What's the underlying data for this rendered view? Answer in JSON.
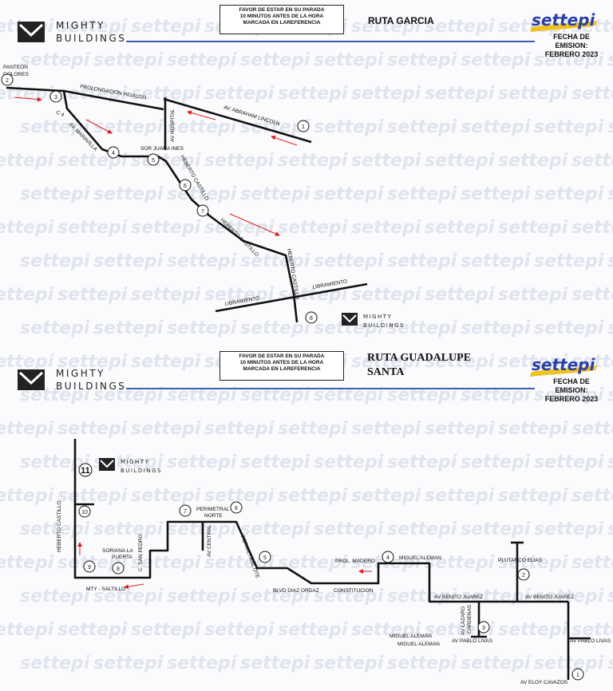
{
  "watermark_text": "settepi",
  "colors": {
    "route": "#111111",
    "arrow": "#e11f1f",
    "rule": "#3a5fb5",
    "logo_blue": "#2a3fa8",
    "logo_yellow": "#f0c21d"
  },
  "map1": {
    "brand": {
      "line1": "MIGHTY",
      "line2": "BUILDINGS"
    },
    "notice": [
      "FAVOR DE ESTAR EN SU PARADA",
      "10 MINUTOS ANTES DE LA HORA",
      "MARCADA EN LAREFERENCIA"
    ],
    "route_title": "RUTA GARCIA",
    "logo": "settepi",
    "fecha": {
      "line1": "FECHA DE EMISION:",
      "line2": "FEBRERO 2023"
    },
    "street_labels": {
      "panteon": [
        "PANTEON",
        "DOLORES"
      ],
      "prolongacion_hidalgo": "PROLONGACION HIDALGO",
      "abraham_lincoln": "AV. ABRAHAM LINCOLN",
      "hospital": "AV HOSPITAL",
      "c4": "C 4",
      "maravilla": "AV. MARAVILLA",
      "sor_juana": "SOR JUANA INES",
      "heberto1": "HEBERTO CASTILLO",
      "heberto2": "HEBERTO CASTILLO",
      "heberto3": "HEBERTO CASTILLO",
      "libramiento1": "LIBRAMIENTO",
      "libramiento2": "LIBRAMIENTO"
    },
    "stops": [
      "1",
      "2",
      "3",
      "4",
      "5",
      "6",
      "7",
      "8"
    ],
    "mini_brand": {
      "line1": "MIGHTY",
      "line2": "BUILDINGS"
    }
  },
  "map2": {
    "brand": {
      "line1": "MIGHTY",
      "line2": "BUILDINGS"
    },
    "notice": [
      "FAVOR DE ESTAR EN SU PARADA",
      "10 MINUTOS ANTES DE LA HORA",
      "MARCADA EN LAREFERENCIA"
    ],
    "route_title": [
      "RUTA GUADALUPE",
      "SANTA"
    ],
    "logo": "settepi",
    "fecha": {
      "line1": "FECHA DE EMISION:",
      "line2": "FEBRERO 2023"
    },
    "street_labels": {
      "heberto": "HEBERTO CASTILLO",
      "soriana": [
        "SORIANA LA",
        "PUERTA"
      ],
      "san_pedro": "C. SAN PEDRO",
      "mty": "MTY - SALTILLO",
      "perimetral": [
        "PERIMETRAL",
        "NORTE"
      ],
      "av_central": "AV CENTRAL",
      "perimetral_ote": "PERIMETRAL OTE",
      "blvd": "BLVD DIAZ ORDAZ",
      "constitucion": "CONSTITUCION",
      "prol_madero": "PROL. MADERO",
      "miguel_aleman_top": "MIGUEL ALEMAN",
      "plutarco": "PLUTARCO ELIAS",
      "benito1": "AV BENITO JUAREZ",
      "benito2": "AV BENITO JUAREZ",
      "lazaro": [
        "AV LAZARO",
        "CARDENAS"
      ],
      "miguel_aleman_b1": "MIGUEL ALEMAN",
      "miguel_aleman_b2": "MIGUEL ALEMAN",
      "pablo_livas1": "AV PABLO LIVAS",
      "pablo_livas2": "AV PABLO LIVAS",
      "eloy": "AV ELOY CAVAZOS"
    },
    "stops": [
      "1",
      "2",
      "3",
      "4",
      "5",
      "6",
      "7",
      "8",
      "9",
      "10",
      "11"
    ],
    "mini_brand": {
      "line1": "MIGHTY",
      "line2": "BUILDINGS"
    }
  }
}
